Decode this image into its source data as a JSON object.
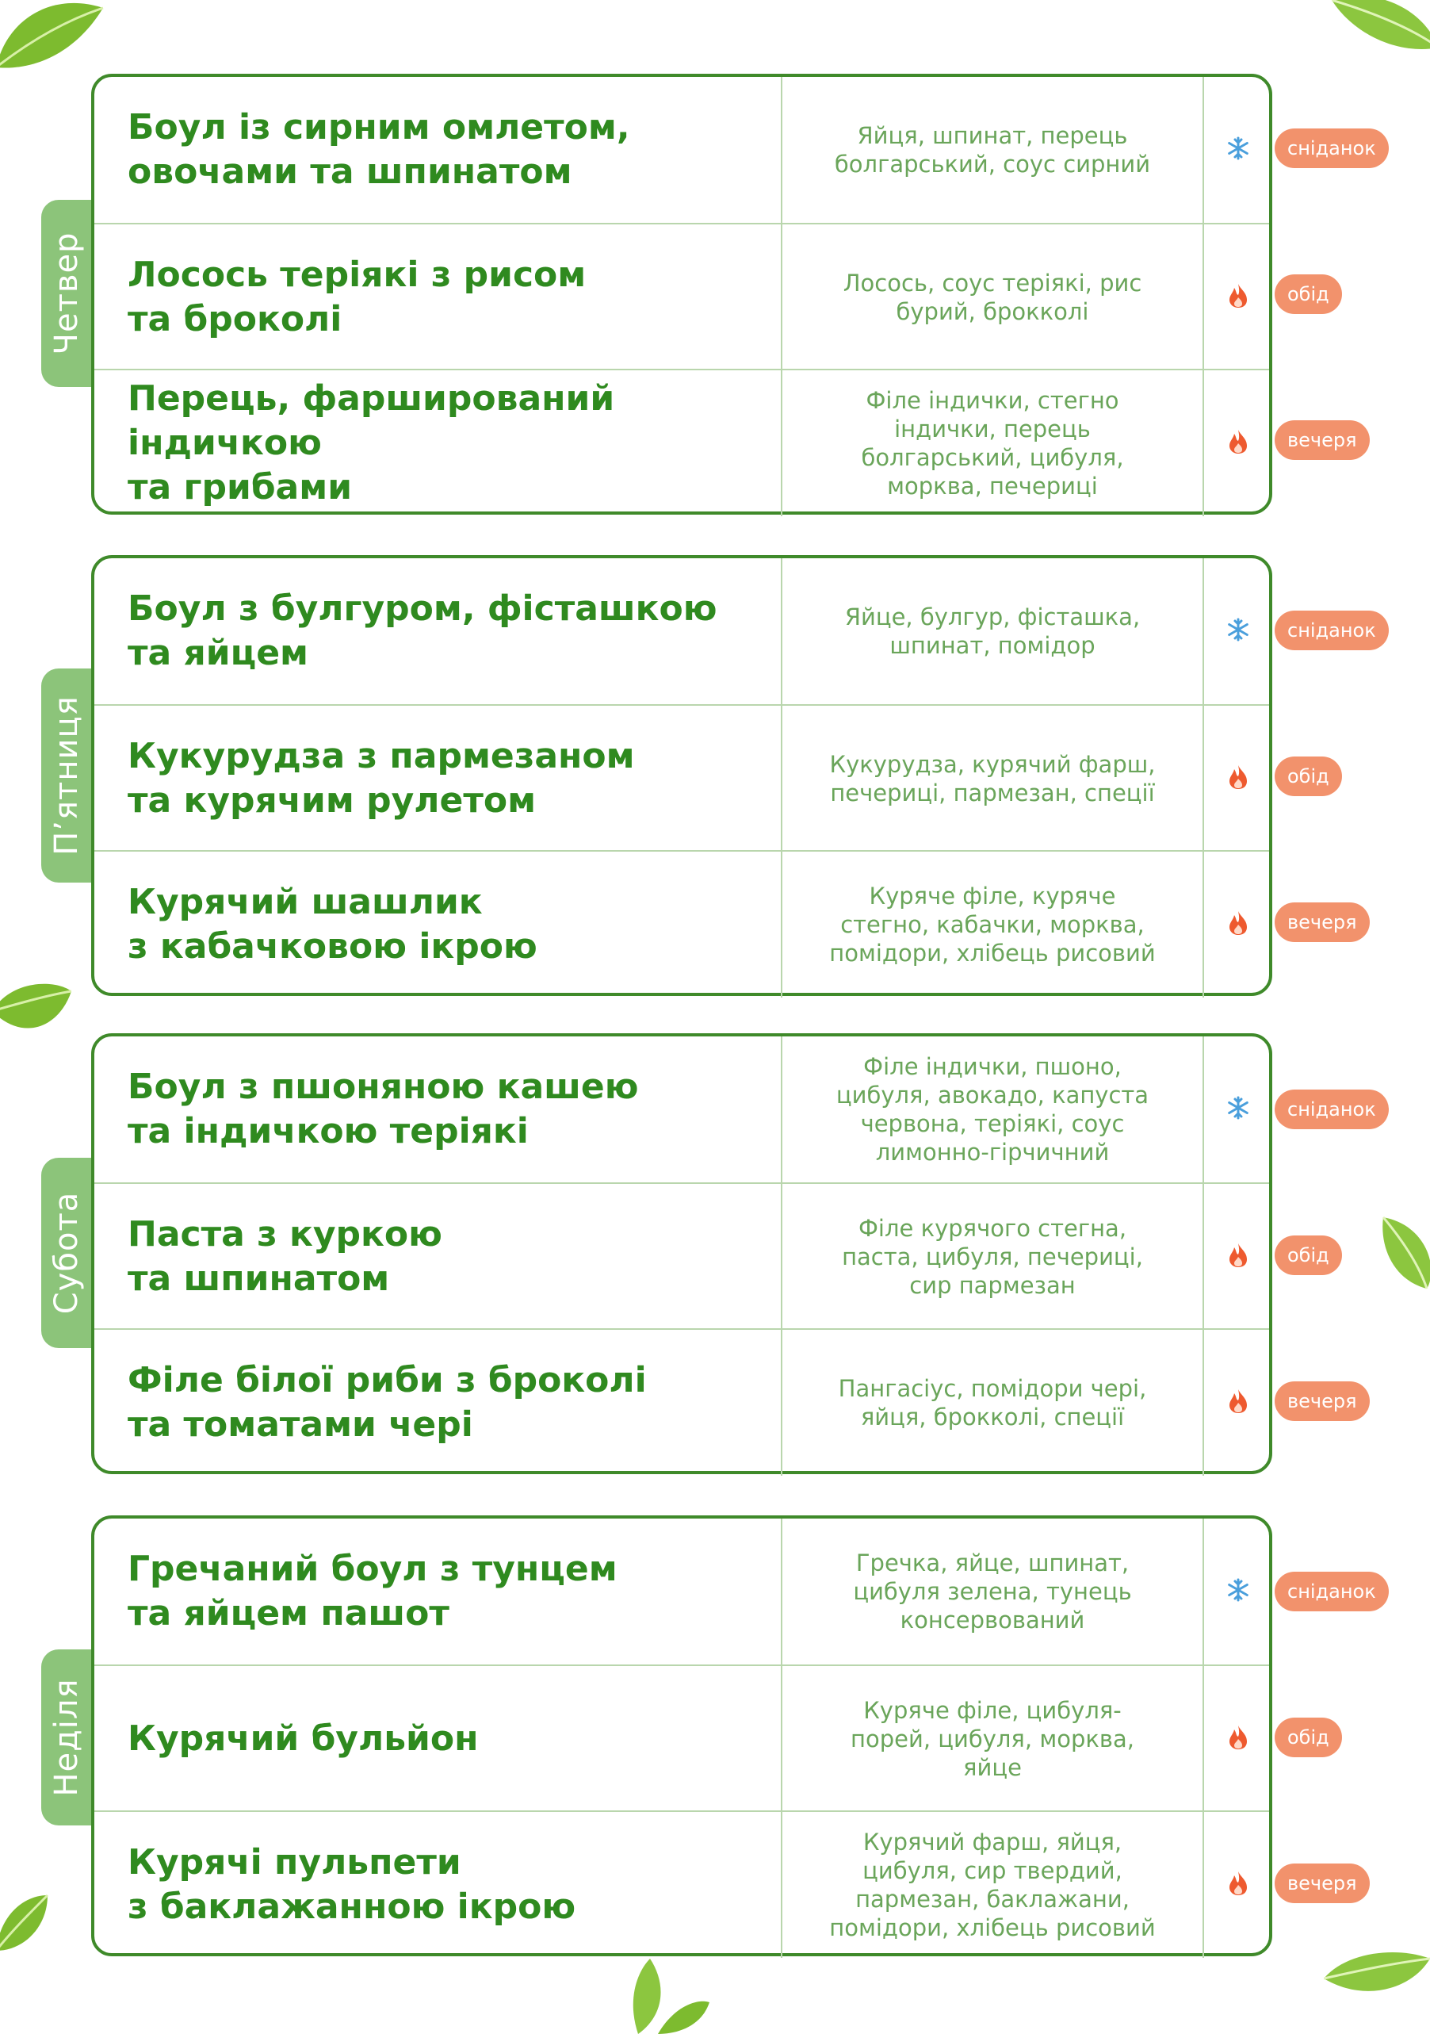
{
  "days": [
    {
      "name": "Четвер",
      "meals": [
        {
          "dish": "Боул із сирним омлетом,\nовочами та шпинатом",
          "ingredients": "Яйця, шпинат, перець\nболгарський, соус сирний",
          "icon": "snowflake-icon",
          "tag": "сніданок"
        },
        {
          "dish": "Лосось теріякі з рисом\nта броколі",
          "ingredients": "Лосось, соус теріякі, рис\nбурий, брокколі",
          "icon": "fire-icon",
          "tag": "обід"
        },
        {
          "dish": "Перець, фаршировaний\nіндичкою\nта грибами",
          "ingredients": "Філе індички, стегно\nіндички, перець\nболгарський, цибуля,\nморква, печериці",
          "icon": "fire-icon",
          "tag": "вечеря"
        }
      ]
    },
    {
      "name": "П’ятниця",
      "meals": [
        {
          "dish": "Боул з булгуром, фісташкою\nта яйцем",
          "ingredients": "Яйце, булгур, фісташка,\nшпинат, помідор",
          "icon": "snowflake-icon",
          "tag": "сніданок"
        },
        {
          "dish": "Кукурудза з пармезаном\nта курячим рулетом",
          "ingredients": "Кукурудза, курячий фарш,\nпечериці, пармезан, спеції",
          "icon": "fire-icon",
          "tag": "обід"
        },
        {
          "dish": "Курячий шашлик\nз кабачковою ікрою",
          "ingredients": "Куряче філе, куряче\nстегно, кабачки, морква,\nпомідори, хлібець рисовий",
          "icon": "fire-icon",
          "tag": "вечеря"
        }
      ]
    },
    {
      "name": "Субота",
      "meals": [
        {
          "dish": "Боул з пшоняною кашею\nта індичкою теріякі",
          "ingredients": "Філе індички, пшоно,\nцибуля, авокадо, капуста\nчервона, теріякі, соус\nлимонно-гірчичний",
          "icon": "snowflake-icon",
          "tag": "сніданок"
        },
        {
          "dish": "Паста з куркою\nта шпинатом",
          "ingredients": "Філе курячого стегна,\nпаста, цибуля, печериці,\nсир пармезан",
          "icon": "fire-icon",
          "tag": "обід"
        },
        {
          "dish": "Філе білої риби з броколі\nта томатами чері",
          "ingredients": "Пангасіус, помідори чері,\nяйця, брокколі, спеції",
          "icon": "fire-icon",
          "tag": "вечеря"
        }
      ]
    },
    {
      "name": "Неділя",
      "meals": [
        {
          "dish": "Гречаний боул з тунцем\nта яйцем пашот",
          "ingredients": "Гречка, яйце, шпинат,\nцибуля зелена, тунець\nконсервований",
          "icon": "snowflake-icon",
          "tag": "сніданок"
        },
        {
          "dish": "Курячий бульйон",
          "ingredients": "Куряче філе, цибуля-\nпорей, цибуля, морква,\nяйце",
          "icon": "fire-icon",
          "tag": "обід"
        },
        {
          "dish": "Курячі пульпети\nз баклажанною ікрою",
          "ingredients": "Курячий фарш, яйця,\nцибуля, сир твердий,\nпармезан, баклажани,\nпомідори, хлібець рисовий",
          "icon": "fire-icon",
          "tag": "вечеря"
        }
      ]
    }
  ],
  "colors": {
    "primary_green": "#3f8a2a",
    "dish_text": "#2f8a1f",
    "ingredient_text": "#6aa55a",
    "tab_green": "#8cc47a",
    "tag_orange": "#f2926c",
    "snowflake": "#4a9fdc",
    "fire": "#ee5a2f"
  }
}
